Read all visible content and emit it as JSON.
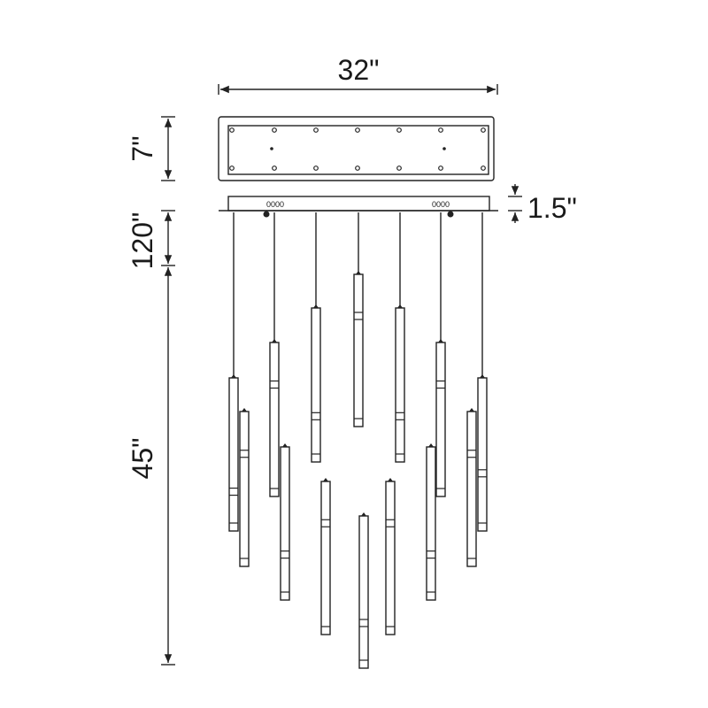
{
  "dimensions": {
    "width": "32\"",
    "canopy_depth": "7\"",
    "canopy_height": "1.5\"",
    "cord_length": "120\"",
    "overall_height": "45\""
  },
  "canopy_labels": [
    "0000",
    "0000"
  ],
  "colors": {
    "line": "#222222",
    "background": "#ffffff"
  }
}
